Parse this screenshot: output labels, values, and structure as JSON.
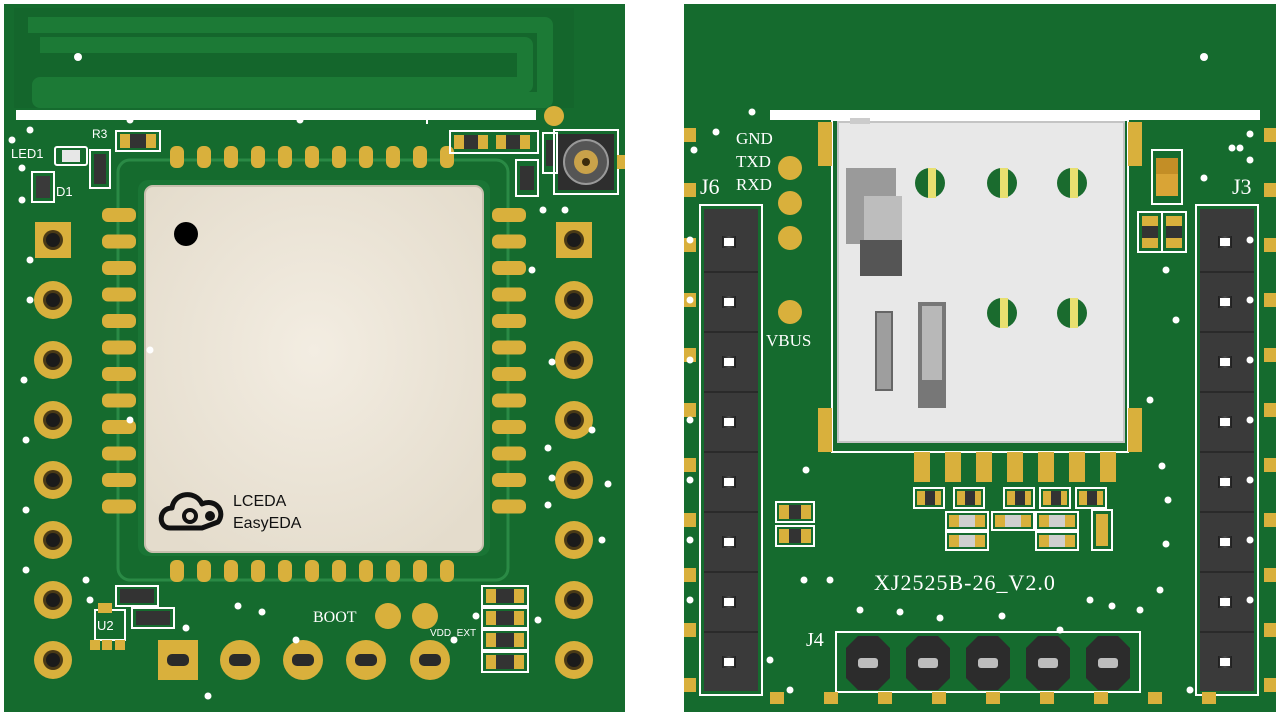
{
  "colors": {
    "board": "#156b2e",
    "board_dark": "#0f5a25",
    "board_light": "#1d7a37",
    "pad_gold": "#d9b03c",
    "pad_gold_dark": "#b88f22",
    "silk": "#ffffff",
    "module_body": "#ece5d8",
    "header_black": "#3a3a3a"
  },
  "front": {
    "labels": {
      "led": "LED1",
      "diode": "D1",
      "resistor": "R3",
      "regulator": "U2",
      "boot": "BOOT",
      "vdd": "VDD_EXT"
    },
    "module_logo": {
      "line1": "LCEDA",
      "line2": "EasyEDA",
      "icon": "cloud-logo-icon"
    }
  },
  "back": {
    "labels": {
      "gnd": "GND",
      "txd": "TXD",
      "rxd": "RXD",
      "vbus": "VBUS",
      "j6": "J6",
      "j3": "J3",
      "j4": "J4",
      "board_name": "XJ2525B-26_V2.0"
    }
  }
}
